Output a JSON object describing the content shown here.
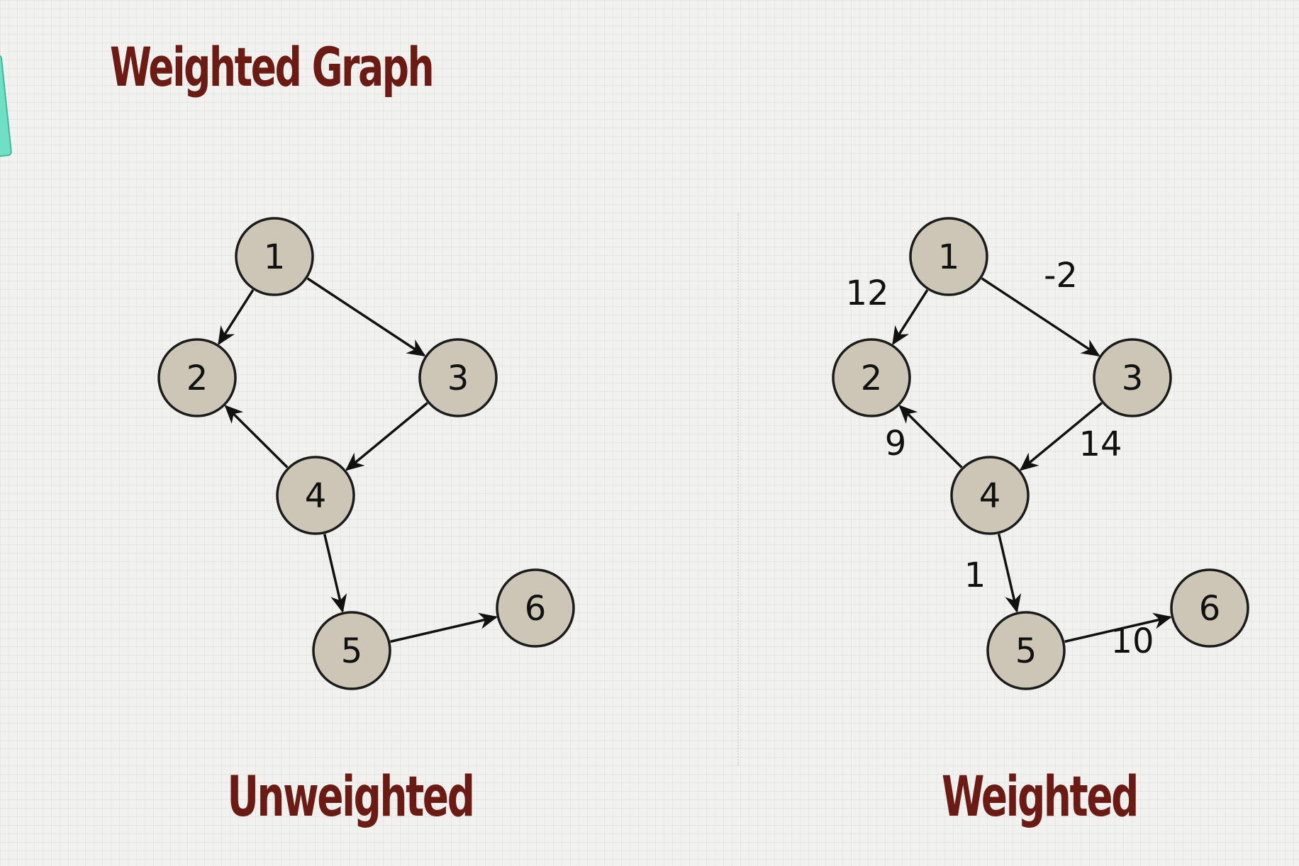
{
  "title": "Weighted Graph",
  "colors": {
    "title": "#6b1a14",
    "node_fill": "#cdc6b7",
    "stroke": "#1b1b1b",
    "tab": "#6fe0c6"
  },
  "unweighted": {
    "caption": "Unweighted",
    "nodes": [
      "1",
      "2",
      "3",
      "4",
      "5",
      "6"
    ],
    "edges": [
      {
        "from": "1",
        "to": "2"
      },
      {
        "from": "1",
        "to": "3"
      },
      {
        "from": "3",
        "to": "4"
      },
      {
        "from": "4",
        "to": "2"
      },
      {
        "from": "4",
        "to": "5"
      },
      {
        "from": "5",
        "to": "6"
      }
    ]
  },
  "weighted": {
    "caption": "Weighted",
    "nodes": [
      "1",
      "2",
      "3",
      "4",
      "5",
      "6"
    ],
    "edges": [
      {
        "from": "1",
        "to": "2",
        "weight": "12"
      },
      {
        "from": "1",
        "to": "3",
        "weight": "-2"
      },
      {
        "from": "3",
        "to": "4",
        "weight": "14"
      },
      {
        "from": "4",
        "to": "2",
        "weight": "9"
      },
      {
        "from": "4",
        "to": "5",
        "weight": "1"
      },
      {
        "from": "5",
        "to": "6",
        "weight": "10"
      }
    ]
  }
}
